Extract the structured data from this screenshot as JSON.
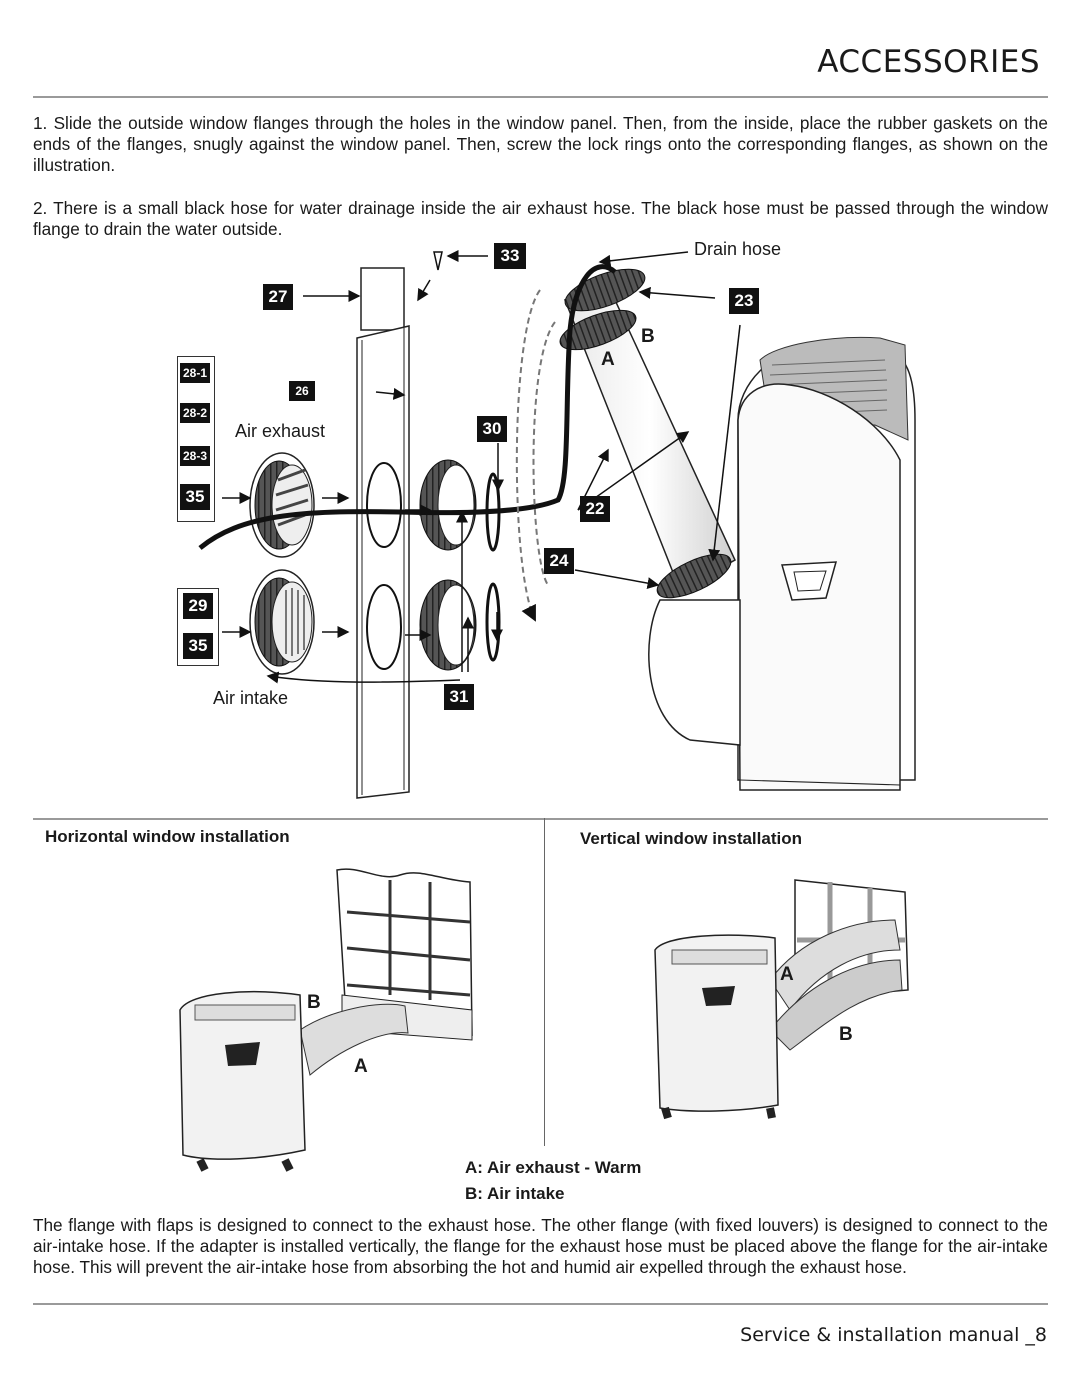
{
  "page": {
    "title": "ACCESSORIES",
    "paragraph1": "1. Slide the outside window flanges through the holes in the window panel. Then, from the inside, place the rubber gaskets on the ends of the flanges, snugly against the window panel. Then, screw the lock rings onto the corresponding flanges, as shown on the illustration.",
    "paragraph2": "2. There is a small black hose for water drainage inside the air exhaust hose. The black hose must be passed through the window flange to drain the water outside.",
    "paragraph3": "The flange with flaps is designed to connect to the exhaust hose. The other flange (with fixed louvers) is designed to connect to the air-intake hose. If the adapter is installed vertically, the flange for the exhaust hose must be placed above the flange for the air-intake hose. This will prevent the air-intake hose from absorbing the hot and humid air expelled through the exhaust hose.",
    "footer": "Service & installation manual _8"
  },
  "diagram": {
    "labels": {
      "drain_hose": "Drain hose",
      "air_exhaust": "Air exhaust",
      "air_intake": "Air intake",
      "a": "A",
      "b": "B"
    },
    "part_numbers": {
      "p33": "33",
      "p27": "27",
      "p23": "23",
      "p28_1": "28-1",
      "p28_2": "28-2",
      "p28_3": "28-3",
      "p26": "26",
      "p30": "30",
      "p35a": "35",
      "p22": "22",
      "p24": "24",
      "p29": "29",
      "p35b": "35",
      "p31": "31"
    }
  },
  "installation": {
    "horizontal_title": "Horizontal window installation",
    "vertical_title": "Vertical window installation",
    "a": "A",
    "b": "B",
    "legend_a": "A: Air exhaust - Warm",
    "legend_b": "B: Air intake"
  }
}
